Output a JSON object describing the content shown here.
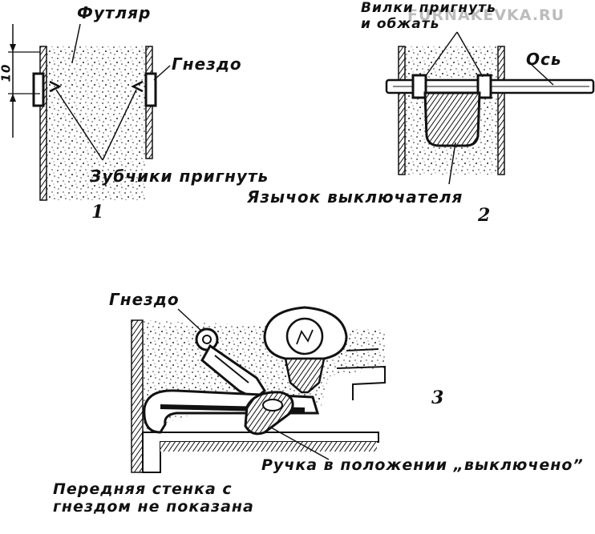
{
  "watermark": "FURNAKEVKA.RU",
  "fig1": {
    "number": "1",
    "case_label": "Футляр",
    "socket_label": "Гнездо",
    "dimension_label": "10",
    "teeth_label": "Зубчики пригнуть"
  },
  "fig2": {
    "number": "2",
    "fork_label_line1": "Вилки пригнуть",
    "fork_label_line2": "и обжать",
    "axis_label": "Ось",
    "tongue_label": "Язычок выключателя"
  },
  "fig3": {
    "number": "3",
    "socket_label": "Гнездо",
    "handle_label": "Ручка в положении „выключено”",
    "note_line1": "Передняя стенка с",
    "note_line2": "гнездом не показана"
  }
}
